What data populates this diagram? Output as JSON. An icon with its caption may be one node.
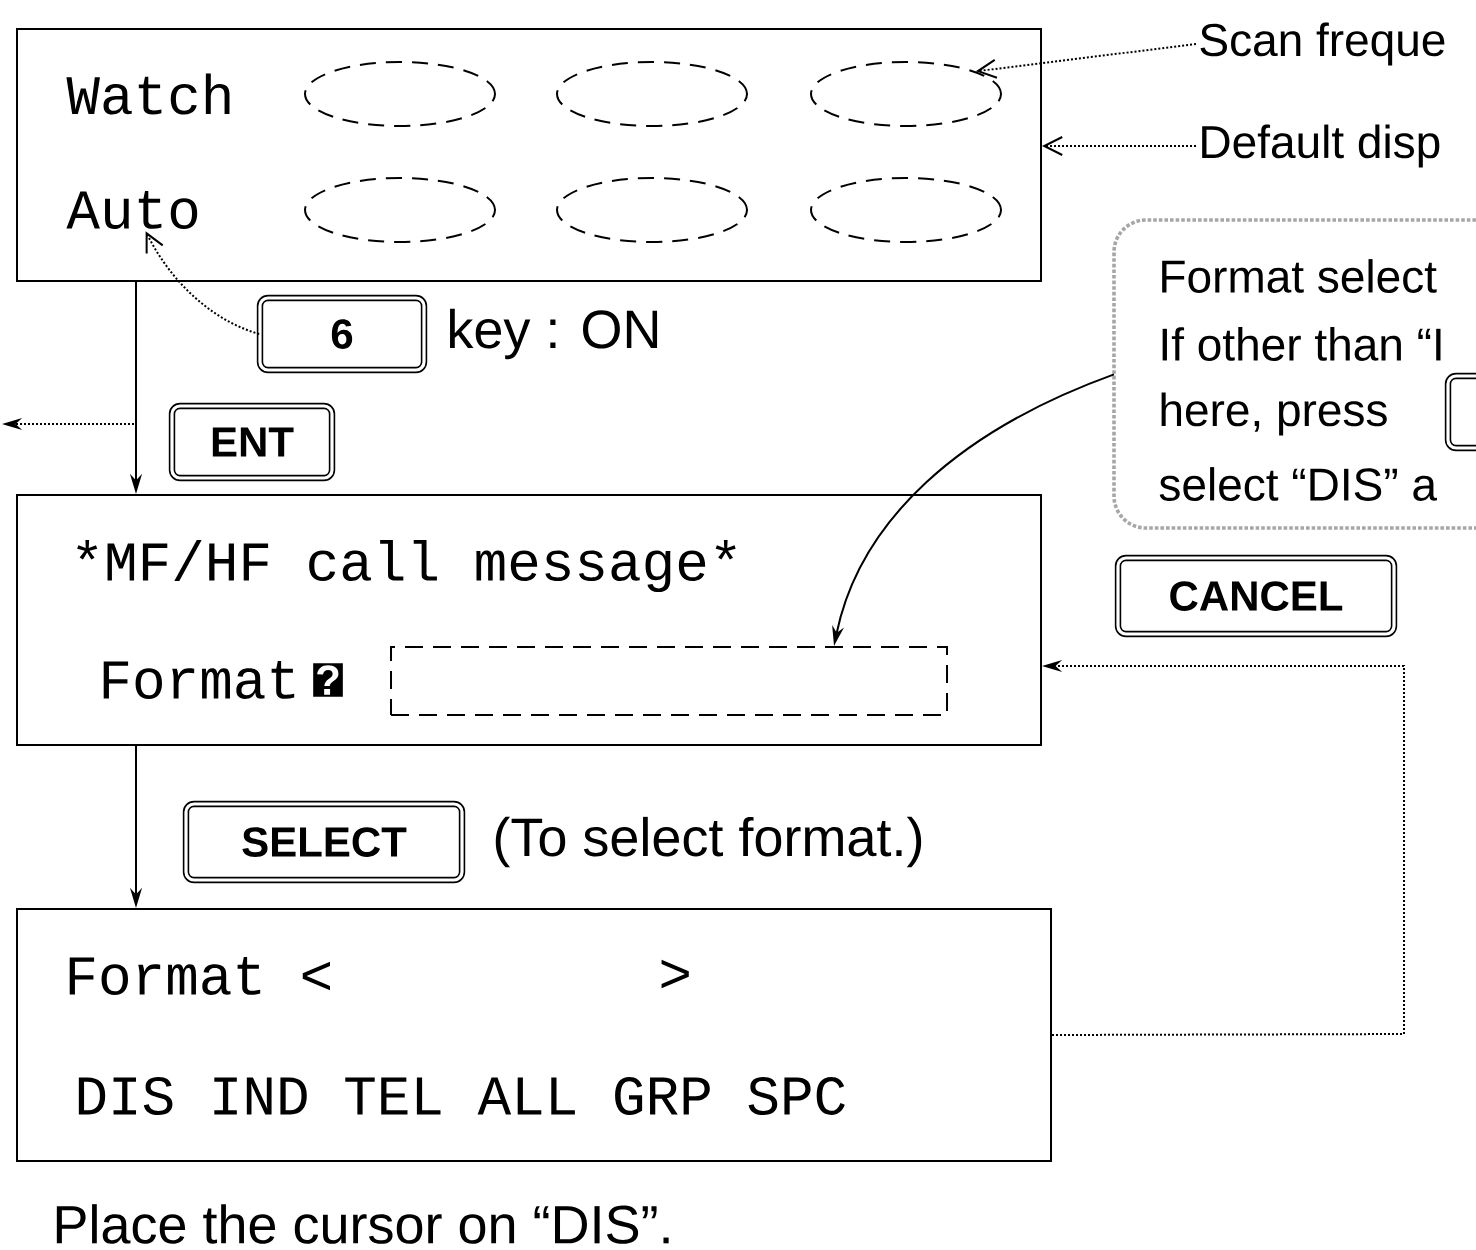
{
  "diagram": {
    "caption": "Place the cursor on “DIS”.",
    "nodes": [
      {
        "text": [],
        "shape": "box"
      },
      {
        "text": [
          "Watch"
        ],
        "in": 0
      },
      {
        "text": [],
        "shape": "ellipse",
        "in": 0
      },
      {
        "text": [],
        "shape": "ellipse",
        "in": 0
      },
      {
        "text": [],
        "shape": "ellipse",
        "in": 0
      },
      {
        "text": [
          "Auto"
        ],
        "in": 0
      },
      {
        "text": [],
        "shape": "ellipse",
        "in": 0
      },
      {
        "text": [],
        "shape": "ellipse",
        "in": 0
      },
      {
        "text": [],
        "shape": "ellipse",
        "in": 0
      },
      {
        "text": [
          "Scan freque"
        ]
      },
      {
        "text": [
          "Default disp"
        ]
      },
      {
        "text": [
          "6"
        ],
        "beside": [
          "key : ON"
        ]
      },
      {
        "text": [
          "Format select",
          "If other than “I",
          "here, press",
          "select “DIS” a"
        ]
      },
      {
        "text": [
          "ENT"
        ]
      },
      {
        "text": [
          "*",
          "MF/HF call message",
          "*",
          "Format",
          "?"
        ]
      },
      {
        "text": [],
        "shape": "box",
        "in": 14
      },
      {
        "text": [
          "CANCEL"
        ]
      },
      {
        "text": [
          "SELECT"
        ],
        "beside": [
          "(To select format.)"
        ]
      },
      {
        "text": [
          "Format <",
          ">",
          "DIS IND TEL ALL GRP SPC"
        ]
      }
    ],
    "edges": [
      {
        "from": 9,
        "to": 4,
        "arrow": "to",
        "style": "dashed"
      },
      {
        "from": 10,
        "to": 0,
        "arrow": "to",
        "style": "dashed"
      },
      {
        "from": 11,
        "to": 5,
        "arrow": "to",
        "style": "dashed"
      },
      {
        "from": 0,
        "to": 14,
        "arrow": "to"
      },
      {
        "from": 0,
        "to": null,
        "arrow": "to",
        "style": "dashed"
      },
      {
        "from": 14,
        "to": 18,
        "arrow": "to"
      },
      {
        "from": 18,
        "to": 14,
        "arrow": "to",
        "style": "dashed"
      },
      {
        "from": 12,
        "to": 15,
        "arrow": "to"
      }
    ]
  }
}
